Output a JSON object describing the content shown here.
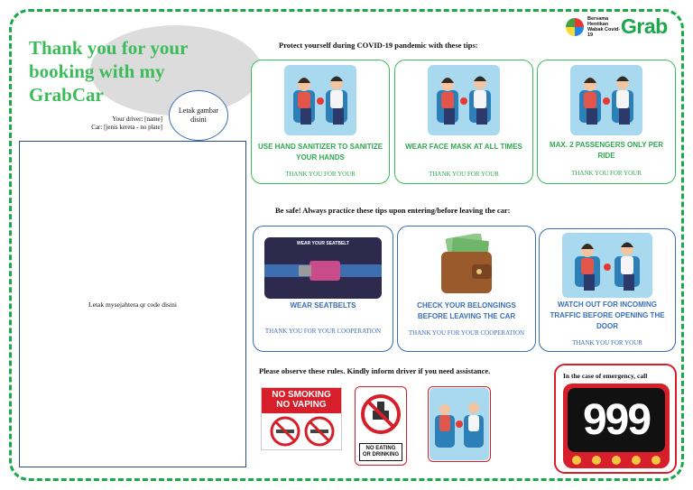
{
  "header": {
    "title": "Thank you for your booking with my GrabCar",
    "photo_placeholder": "Letak gambar disini",
    "driver_line": "Your driver: [name]",
    "car_line": "Car: [jenis kereta - no plate]",
    "qr_placeholder": "Letak mysejahtera qr code disini"
  },
  "logos": {
    "campaign_text": "Bersama Hentikan Wabak Covid-19",
    "brand": "Grab"
  },
  "section1": {
    "heading": "Protect yourself during COVID-19 pandemic with these tips:",
    "cards": [
      {
        "title": "USE HAND SANITIZER TO SANITIZE YOUR HANDS",
        "sub": "THANK YOU FOR YOUR"
      },
      {
        "title": "WEAR FACE MASK AT ALL TIMES",
        "sub": "THANK YOU FOR YOUR"
      },
      {
        "title": "MAX. 2 PASSENGERS ONLY PER RIDE",
        "sub": "THANK YOU FOR YOUR"
      }
    ]
  },
  "section2": {
    "heading": "Be safe! Always practice these tips upon entering/before leaving the car:",
    "cards": [
      {
        "title": "WEAR SEATBELTS",
        "sub": "THANK YOU FOR YOUR COOPERATION",
        "img_text": "WEAR YOUR SEATBELT"
      },
      {
        "title": "CHECK YOUR BELONGINGS BEFORE LEAVING THE CAR",
        "sub": "THANK YOU FOR YOUR COOPERATION"
      },
      {
        "title": "WATCH OUT FOR INCOMING TRAFFIC BEFORE OPENING THE DOOR",
        "sub": "THANK YOU FOR YOUR"
      }
    ]
  },
  "section3": {
    "heading": "Please observe these rules. Kindly inform driver if you need assistance.",
    "no_smoking": "NO SMOKING NO VAPING",
    "no_eating": "NO EATING OR DRINKING",
    "emergency_label": "In the case of emergency, call",
    "emergency_number": "999"
  },
  "colors": {
    "grab_green": "#1aa84b",
    "card_blue": "#3a6fb5",
    "alert_red": "#d61f2a"
  }
}
